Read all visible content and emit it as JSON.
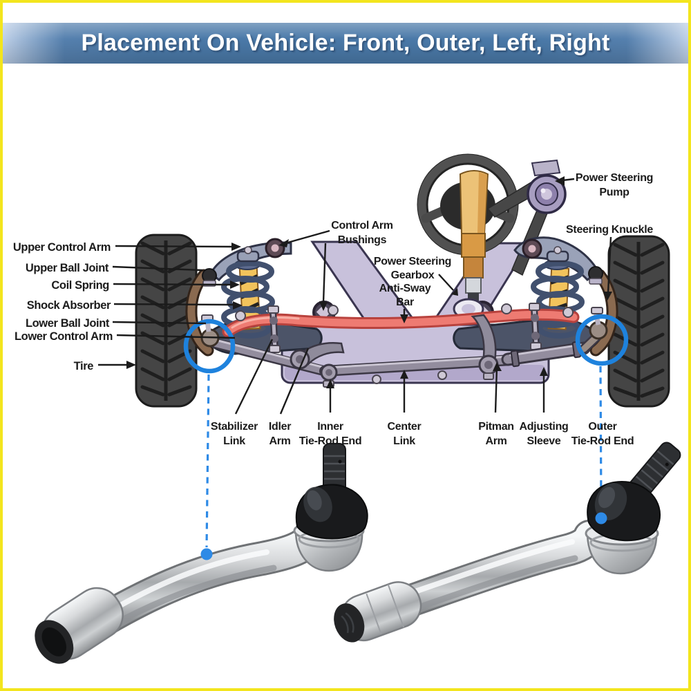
{
  "banner": {
    "title": "Placement On Vehicle: Front, Outer, Left, Right"
  },
  "colors": {
    "page_border_yellow": "#f3e51d",
    "banner_blue": "#4a79a8",
    "highlight_circle_blue": "#1e82dd",
    "pointer_dash_blue": "#2e8ae6",
    "anti_sway_bar_red": "#ee7b72",
    "subframe_lavender": "#c8c1db",
    "label_text": "#1b1b1b"
  },
  "diagram": {
    "left_labels": [
      "Upper Control Arm",
      "Upper Ball Joint",
      "Coil Spring",
      "Shock Absorber",
      "Lower Ball Joint",
      "Lower Control Arm",
      "Tire"
    ],
    "callouts": {
      "control_arm_bushings": [
        "Control Arm",
        "Bushings"
      ],
      "power_steering_gearbox": [
        "Power Steering",
        "Gearbox"
      ],
      "anti_sway_bar": [
        "Anti-Sway",
        "Bar"
      ],
      "power_steering_pump": [
        "Power Steering",
        "Pump"
      ],
      "steering_knuckle": "Steering Knuckle"
    },
    "bottom_labels": [
      [
        "Stabilizer",
        "Link"
      ],
      [
        "Idler",
        "Arm"
      ],
      [
        "Inner",
        "Tie-Rod End"
      ],
      [
        "Center",
        "Link"
      ],
      [
        "Pitman",
        "Arm"
      ],
      [
        "Adjusting",
        "Sleeve"
      ],
      [
        "Outer",
        "Tie-Rod End"
      ]
    ]
  }
}
